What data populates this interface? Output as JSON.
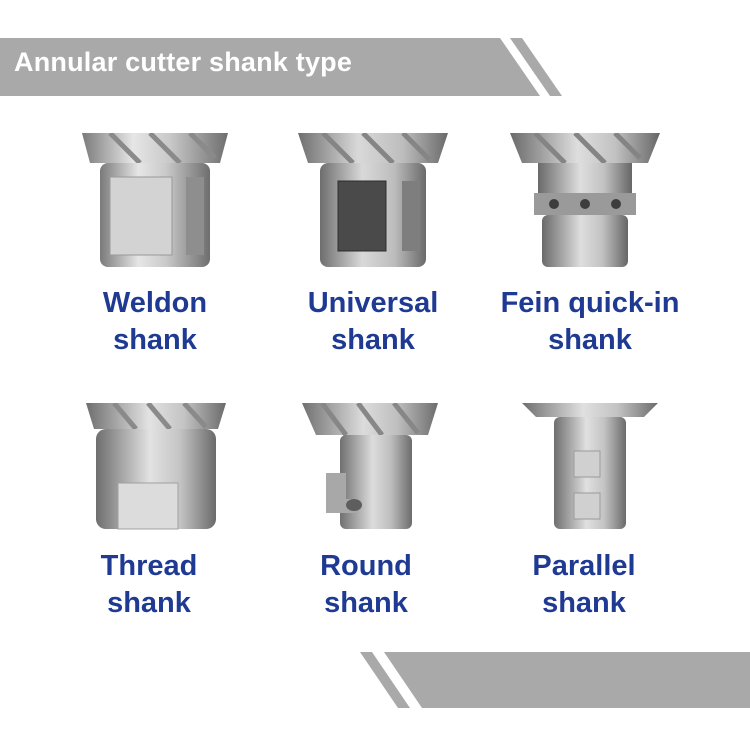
{
  "header": {
    "title": "Annular cutter shank type"
  },
  "colors": {
    "banner": "#a9a9a9",
    "label": "#1f3a93",
    "steel": "#b8b8b8"
  },
  "items": [
    {
      "line1": "Weldon",
      "line2": "shank",
      "image": "weldon-shank-cutter-icon"
    },
    {
      "line1": "Universal",
      "line2": "shank",
      "image": "universal-shank-cutter-icon"
    },
    {
      "line1": "Fein quick-in",
      "line2": "shank",
      "image": "fein-quick-in-shank-cutter-icon"
    },
    {
      "line1": "Thread",
      "line2": "shank",
      "image": "thread-shank-cutter-icon"
    },
    {
      "line1": "Round",
      "line2": "shank",
      "image": "round-shank-cutter-icon"
    },
    {
      "line1": "Parallel",
      "line2": "shank",
      "image": "parallel-shank-cutter-icon"
    }
  ]
}
